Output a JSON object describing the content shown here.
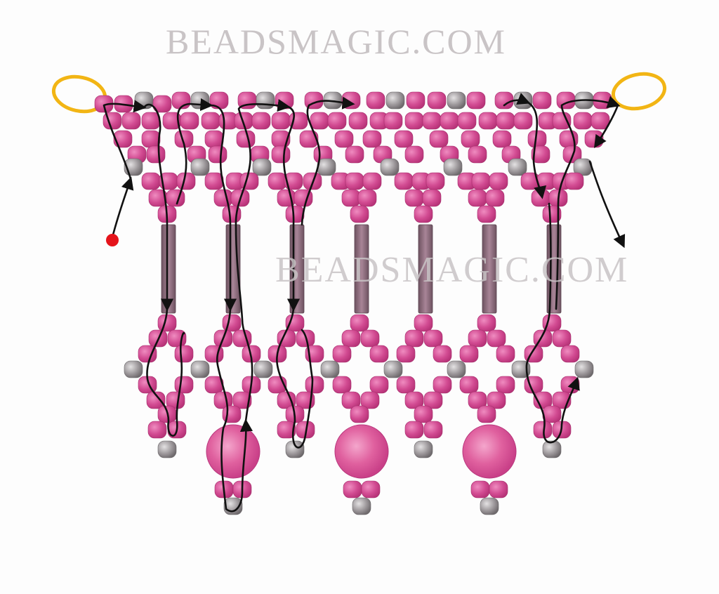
{
  "watermark": {
    "top": "BEADSMAGIC.COM",
    "middle": "BEADSMAGIC.COM"
  },
  "colors": {
    "pink_bead": "#d0468f",
    "pink_bead_light": "#ec7fb8",
    "gray_bead": "#8a8589",
    "gray_bead_light": "#c9c6c8",
    "bugle_bead": "#8a6878",
    "round_bead": "#dd5fa2",
    "jump_ring": "#f2b514",
    "thread": "#111111",
    "start_dot": "#e5141b"
  },
  "icons": {
    "start": "red-start-dot",
    "end": "arrow-head",
    "ring": "gold-jump-ring"
  }
}
